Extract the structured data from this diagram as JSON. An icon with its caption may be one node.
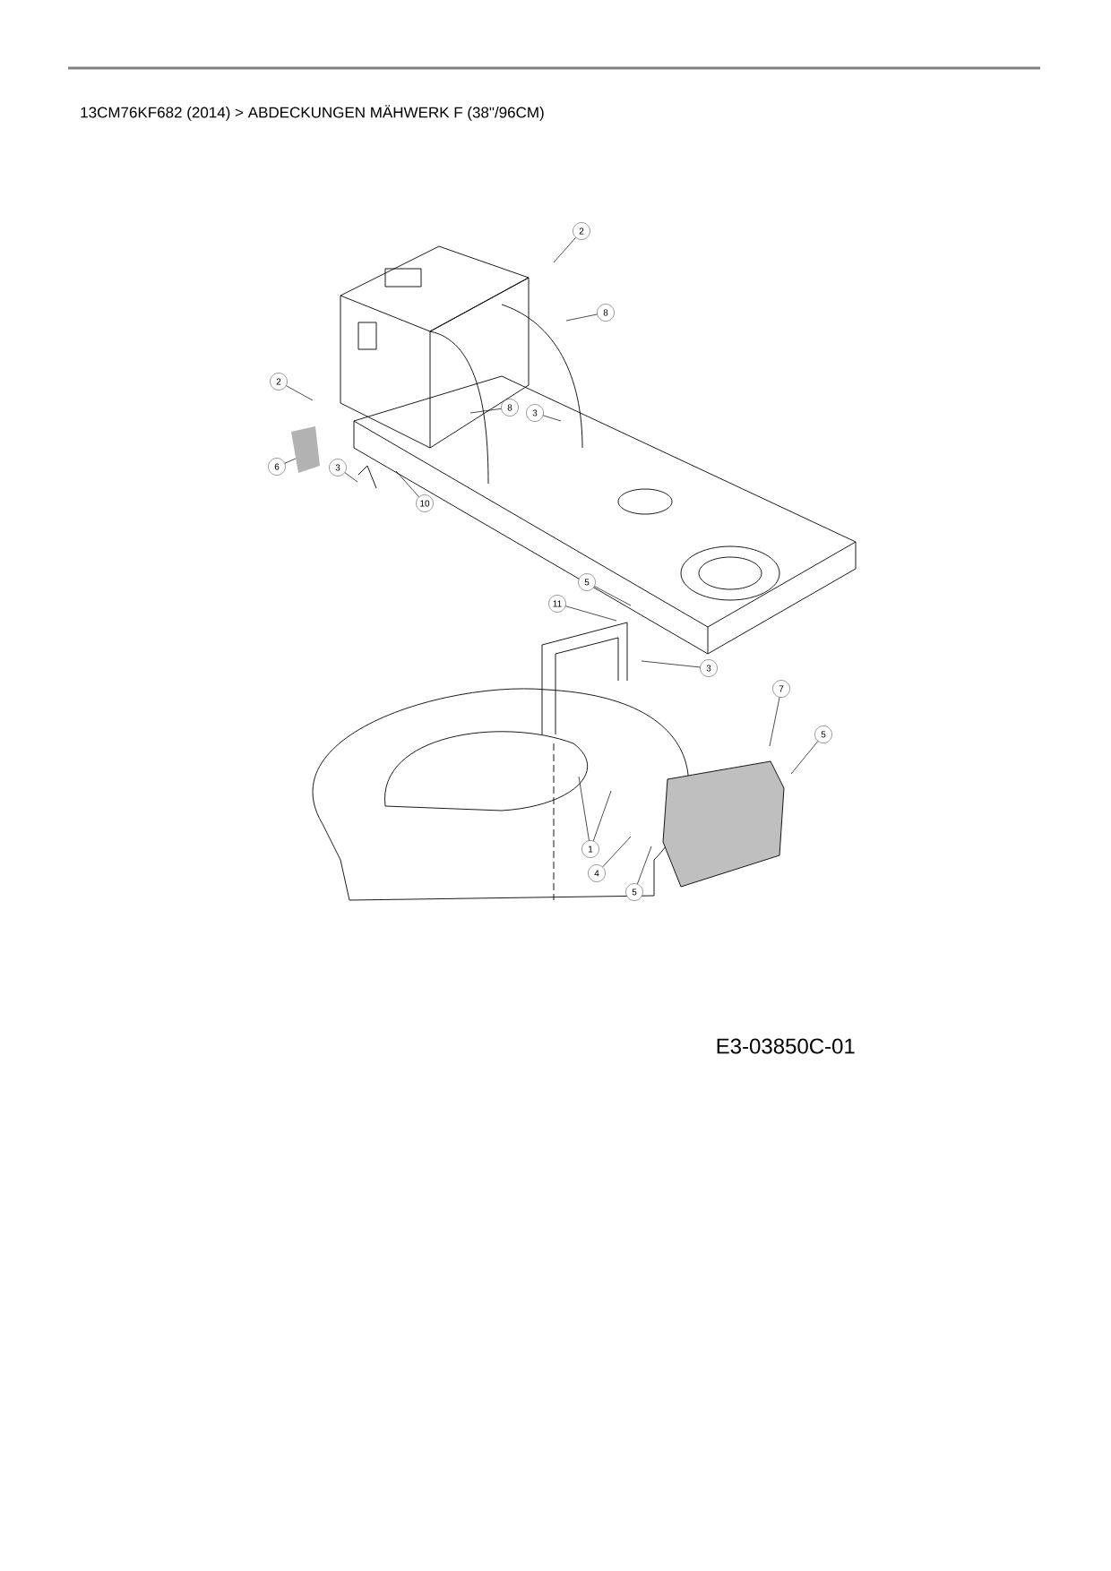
{
  "diagram": {
    "title": "13CM76KF682 (2014)  >  ABDECKUNGEN MÄHWERK F (38\"/96CM)",
    "nodes": [
      {
        "text": [
          "2"
        ]
      },
      {
        "text": [
          "8"
        ]
      },
      {
        "text": [
          "2"
        ]
      },
      {
        "text": [
          "8"
        ]
      },
      {
        "text": [
          "3"
        ]
      },
      {
        "text": [
          "6"
        ]
      },
      {
        "text": [
          "3"
        ]
      },
      {
        "text": [
          "10"
        ]
      },
      {
        "text": [
          "5"
        ]
      },
      {
        "text": [
          "11"
        ]
      },
      {
        "text": [
          "3"
        ]
      },
      {
        "text": [
          "7"
        ]
      },
      {
        "text": [
          "5"
        ]
      },
      {
        "text": [
          "1"
        ]
      },
      {
        "text": [
          "4"
        ]
      },
      {
        "text": [
          "5"
        ]
      }
    ],
    "edges": [
      {
        "from": 0,
        "to": null,
        "arrow": "none"
      },
      {
        "from": 1,
        "to": null,
        "arrow": "none"
      },
      {
        "from": 2,
        "to": null,
        "arrow": "none"
      },
      {
        "from": 3,
        "to": null,
        "arrow": "none"
      },
      {
        "from": 4,
        "to": null,
        "arrow": "none"
      },
      {
        "from": 5,
        "to": null,
        "arrow": "none"
      },
      {
        "from": 6,
        "to": null,
        "arrow": "none"
      },
      {
        "from": 7,
        "to": null,
        "arrow": "none"
      },
      {
        "from": 8,
        "to": null,
        "arrow": "none"
      },
      {
        "from": 9,
        "to": null,
        "arrow": "none"
      },
      {
        "from": 10,
        "to": null,
        "arrow": "none"
      },
      {
        "from": 11,
        "to": null,
        "arrow": "none"
      },
      {
        "from": 12,
        "to": null,
        "arrow": "none"
      },
      {
        "from": 13,
        "to": null,
        "arrow": "none"
      },
      {
        "from": 13,
        "to": null,
        "arrow": "none"
      },
      {
        "from": 14,
        "to": null,
        "arrow": "none"
      },
      {
        "from": 15,
        "to": null,
        "arrow": "none"
      }
    ],
    "labels": [
      "E3-03850C-01"
    ]
  }
}
